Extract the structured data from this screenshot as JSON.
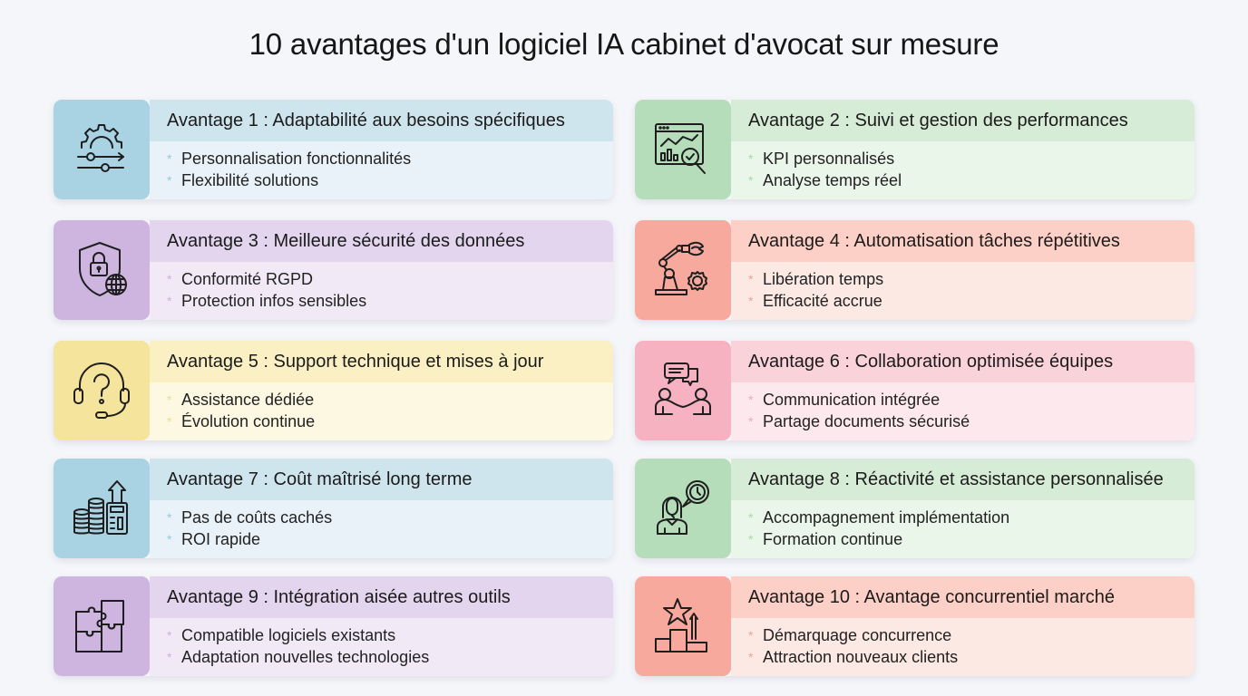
{
  "title": "10 avantages d'un logiciel IA cabinet d'avocat sur mesure",
  "cards": [
    {
      "heading": "Avantage 1 :  Adaptabilité aux besoins spécifiques",
      "bullets": [
        "Personnalisation fonctionnalités",
        "Flexibilité solutions"
      ],
      "icon": "gear-sliders-icon",
      "colors": {
        "panel": "#a9d2e2",
        "head": "#cfe5ee",
        "body": "#e8f2f8",
        "star": "#9cc8da"
      }
    },
    {
      "heading": "Avantage 2 : Suivi et gestion des performances",
      "bullets": [
        "KPI personnalisés",
        "Analyse temps réel"
      ],
      "icon": "analytics-magnifier-icon",
      "colors": {
        "panel": "#b6ddba",
        "head": "#d6ecd6",
        "body": "#ebf6eb",
        "star": "#a9d6ad"
      }
    },
    {
      "heading": "Avantage 3 : Meilleure sécurité des données",
      "bullets": [
        "Conformité RGPD",
        "Protection infos sensibles"
      ],
      "icon": "shield-lock-globe-icon",
      "colors": {
        "panel": "#cdb5df",
        "head": "#e3d5ee",
        "body": "#f1eaf6",
        "star": "#c9b2dc"
      }
    },
    {
      "heading": "Avantage 4 : Automatisation tâches répétitives",
      "bullets": [
        "Libération temps",
        "Efficacité accrue"
      ],
      "icon": "robot-arm-gear-icon",
      "colors": {
        "panel": "#f6a99c",
        "head": "#fcd0c6",
        "body": "#fde9e3",
        "star": "#f2a294"
      }
    },
    {
      "heading": "Avantage 5 : Support technique et mises à jour",
      "bullets": [
        "Assistance dédiée",
        "Évolution continue"
      ],
      "icon": "headset-question-icon",
      "colors": {
        "panel": "#f5e49c",
        "head": "#faf0c4",
        "body": "#fdf8e2",
        "star": "#efdb8c"
      }
    },
    {
      "heading": "Avantage 6 : Collaboration optimisée équipes",
      "bullets": [
        "Communication intégrée",
        "Partage documents sécurisé"
      ],
      "icon": "team-chat-icon",
      "colors": {
        "panel": "#f6b2c0",
        "head": "#fad2da",
        "body": "#fde9ed",
        "star": "#f0a5b5"
      }
    },
    {
      "heading": "Avantage 7 : Coût maîtrisé long terme",
      "bullets": [
        "Pas de coûts cachés",
        "ROI rapide"
      ],
      "icon": "coins-calculator-icon",
      "colors": {
        "panel": "#a9d2e2",
        "head": "#cfe5ee",
        "body": "#e8f2f8",
        "star": "#9cc8da"
      }
    },
    {
      "heading": "Avantage 8 : Réactivité et assistance personnalisée",
      "bullets": [
        "Accompagnement implémentation",
        "Formation continue"
      ],
      "icon": "agent-clock-icon",
      "colors": {
        "panel": "#b6ddba",
        "head": "#d6ecd6",
        "body": "#ebf6eb",
        "star": "#a9d6ad"
      }
    },
    {
      "heading": "Avantage 9 : Intégration aisée autres outils",
      "bullets": [
        "Compatible logiciels existants",
        "Adaptation nouvelles technologies"
      ],
      "icon": "puzzle-icon",
      "colors": {
        "panel": "#cdb5df",
        "head": "#e3d5ee",
        "body": "#f1eaf6",
        "star": "#c9b2dc"
      }
    },
    {
      "heading": "Avantage 10 : Avantage concurrentiel marché",
      "bullets": [
        "Démarquage concurrence",
        "Attraction nouveaux clients"
      ],
      "icon": "podium-star-icon",
      "colors": {
        "panel": "#f6a99c",
        "head": "#fcd0c6",
        "body": "#fde9e3",
        "star": "#f2a294"
      }
    }
  ],
  "bullet_glyph": "*"
}
